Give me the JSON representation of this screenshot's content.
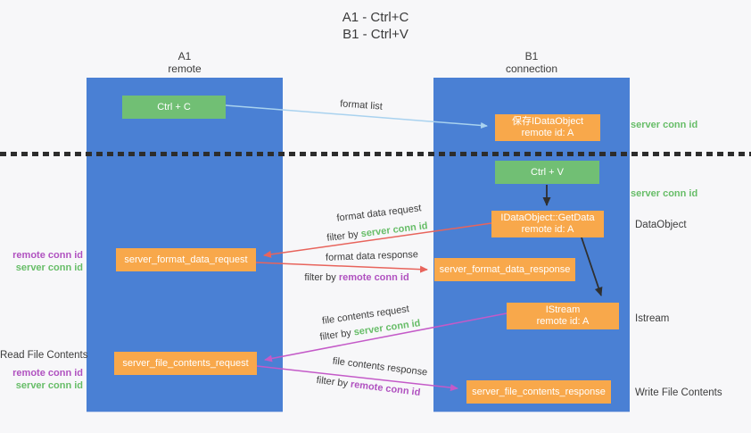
{
  "title": {
    "line1": "A1 - Ctrl+C",
    "line2": "B1 - Ctrl+V"
  },
  "columns": {
    "a": {
      "id": "A1",
      "subtitle": "remote"
    },
    "b": {
      "id": "B1",
      "subtitle": "connection"
    }
  },
  "boxes": {
    "ctrl_c": "Ctrl + C",
    "save_idataobject": {
      "line1": "保存IDataObject",
      "line2": "remote id: A"
    },
    "ctrl_v": "Ctrl + V",
    "getdata": {
      "line1": "IDataObject::GetData",
      "line2": "remote id: A"
    },
    "format_request": "server_format_data_request",
    "format_response": "server_format_data_response",
    "istream": {
      "line1": "IStream",
      "line2": "remote id: A"
    },
    "file_request": "server_file_contents_request",
    "file_response": "server_file_contents_response"
  },
  "right_labels": {
    "server_conn_id_1": "server conn id",
    "server_conn_id_2": "server conn id",
    "dataobject": "DataObject",
    "istream": "Istream",
    "write_file_contents": "Write File Contents"
  },
  "left_labels": {
    "remote_conn_id_1": "remote conn id",
    "server_conn_id_1": "server conn id",
    "read_file_contents": "Read File Contents",
    "remote_conn_id_2": "remote conn id",
    "server_conn_id_2": "server conn id"
  },
  "arrows": {
    "format_list": {
      "label": "format list"
    },
    "format_data_request": {
      "label": "format data request",
      "filter_prefix": "filter by ",
      "filter_id": "server conn id"
    },
    "format_data_response": {
      "label": "format data response",
      "filter_prefix": "filter by ",
      "filter_id": "remote conn id"
    },
    "file_contents_request": {
      "label": "file contents request",
      "filter_prefix": "filter by ",
      "filter_id": "server conn id"
    },
    "file_contents_response": {
      "label": "file contents response",
      "filter_prefix": "filter by ",
      "filter_id": "remote conn id"
    }
  },
  "colors": {
    "column_blue": "#4a80d4",
    "box_green": "#71bf74",
    "box_orange": "#f8a84b",
    "arrow_blue": "#a9d2ef",
    "arrow_red": "#e8645c",
    "arrow_magenta": "#c45ac8",
    "arrow_black": "#2f2f2f",
    "label_green": "#67bd68",
    "label_purple": "#b052c0"
  }
}
